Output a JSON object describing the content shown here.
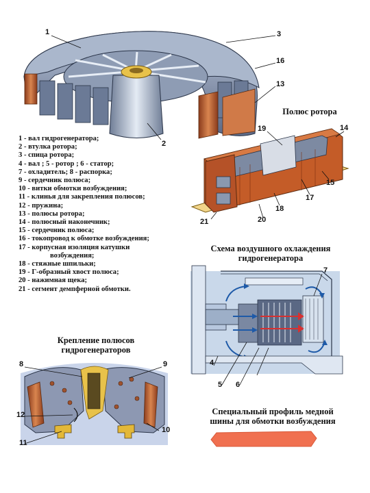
{
  "titles": {
    "rotor_pole": "Полюс  ротора",
    "cooling_line1": "Схема  воздушного  охлаждения",
    "cooling_line2": "гидрогенератора",
    "fastening_line1": "Крепление  полюсов",
    "fastening_line2": "гидрогенераторов",
    "profile_line1": "Специальный  профиль  медной",
    "profile_line2": "шины  для  обмотки  возбуждения"
  },
  "legend": [
    "1 - вал  гидрогенератора;",
    "2 - втулка  ротора;",
    "3 - спица  ротора;",
    "4 - вал ;   5 - ротор ;   6 - статор;",
    "7 - охладитель;   8 - распорка;",
    "9 - сердечник  полюса;",
    "10 - витки  обмотки  возбуждения;",
    "11 - клинья  для  закрепления  полюсов;",
    "12 - пружина;",
    "13 - полюсы  ротора;",
    "14 - полюсный  наконечник;",
    "15 - сердечник  полюса;",
    "16 - токопровод  к  обмотке  возбуждения;",
    "17 - корпусная  изоляция  катушки",
    "возбуждения;",
    "18 - стяжные  шпильки;",
    "19 - Г-образный  хвост  полюса;",
    "20 - нажимная  щека;",
    "21 - сегмент  демпферной  обмотки."
  ],
  "labels_rotor": [
    "1",
    "3",
    "16",
    "13",
    "2"
  ],
  "labels_pole": [
    "19",
    "14",
    "15",
    "17",
    "18",
    "20",
    "21"
  ],
  "labels_cooling": [
    "7",
    "4",
    "5",
    "6"
  ],
  "labels_fastening": [
    "8",
    "9",
    "12",
    "11",
    "10"
  ],
  "colors": {
    "copper": "#c86a3a",
    "steel": "#9fb0c8",
    "profile": "#f07050",
    "cooling_bg": "#c9d8ea",
    "fastening_bg": "#c9d4ea",
    "arrow_blue": "#1e5aa8",
    "arrow_red": "#d83030"
  }
}
